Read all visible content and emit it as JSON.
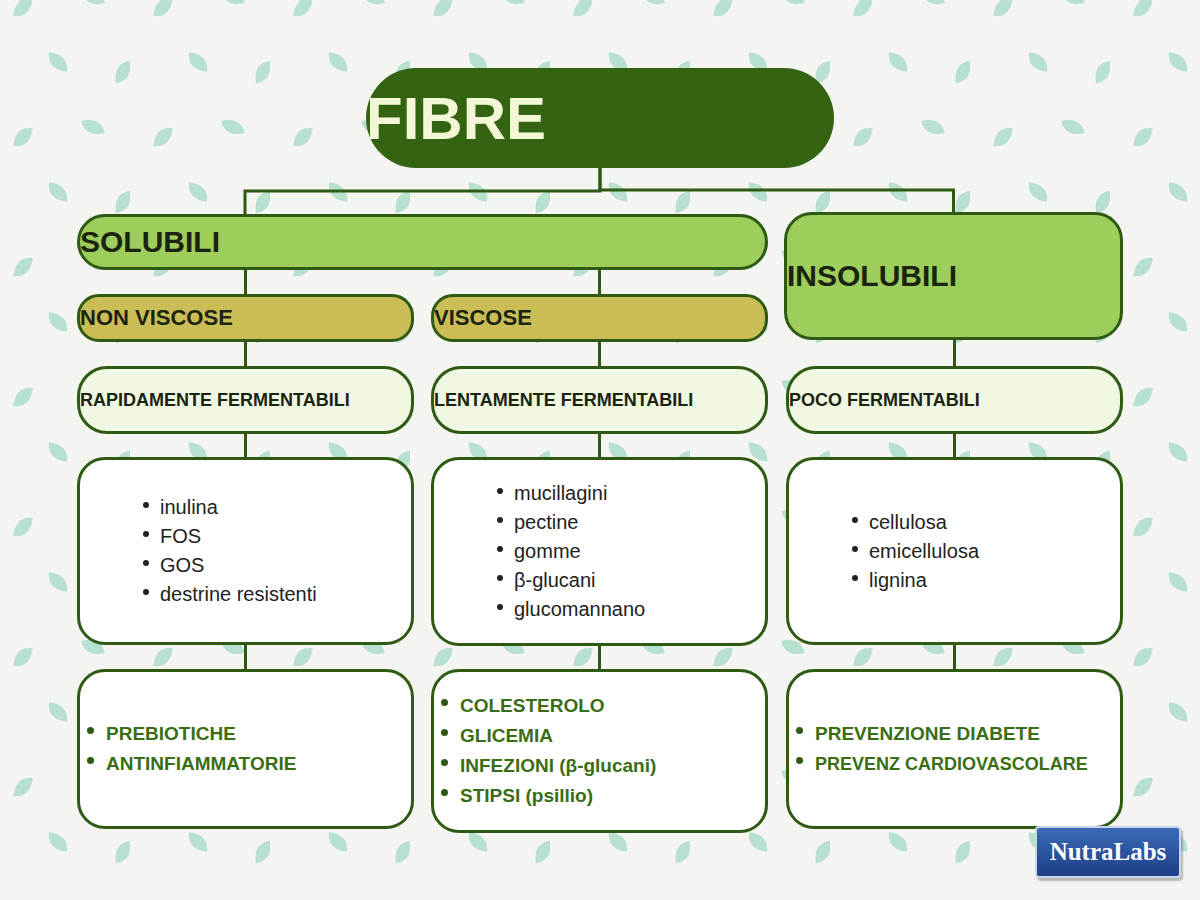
{
  "diagram": {
    "nodes": [
      {
        "text": [
          "FIBRE"
        ]
      },
      {
        "text": [
          "SOLUBILI"
        ]
      },
      {
        "text": [
          "INSOLUBILI"
        ]
      },
      {
        "text": [
          "NON VISCOSE"
        ]
      },
      {
        "text": [
          "VISCOSE"
        ]
      },
      {
        "text": [
          "RAPIDAMENTE FERMENTABILI"
        ]
      },
      {
        "text": [
          "LENTAMENTE FERMENTABILI"
        ]
      },
      {
        "text": [
          "POCO FERMENTABILI"
        ]
      },
      {
        "text": [
          "inulina",
          "FOS",
          "GOS",
          "destrine resistenti"
        ]
      },
      {
        "text": [
          "mucillagini",
          "pectine",
          "gomme",
          "β-glucani",
          "glucomannano"
        ]
      },
      {
        "text": [
          "cellulosa",
          "emicellulosa",
          "lignina"
        ]
      },
      {
        "text": [
          "PREBIOTICHE",
          "ANTINFIAMMATORIE"
        ]
      },
      {
        "text": [
          "COLESTEROLO",
          "GLICEMIA",
          "INFEZIONI (β-glucani)",
          "STIPSI (psillio)"
        ]
      },
      {
        "text": [
          "PREVENZIONE DIABETE",
          "PREVENZ CARDIOVASCOLARE"
        ]
      }
    ],
    "edges": [
      {
        "from": 0,
        "to": 1,
        "arrow": "none"
      },
      {
        "from": 0,
        "to": 2,
        "arrow": "none"
      },
      {
        "from": 1,
        "to": 3,
        "arrow": "none"
      },
      {
        "from": 1,
        "to": 4,
        "arrow": "none"
      },
      {
        "from": 3,
        "to": 5,
        "arrow": "none"
      },
      {
        "from": 4,
        "to": 6,
        "arrow": "none"
      },
      {
        "from": 2,
        "to": 7,
        "arrow": "none"
      },
      {
        "from": 5,
        "to": 8,
        "arrow": "none"
      },
      {
        "from": 6,
        "to": 9,
        "arrow": "none"
      },
      {
        "from": 7,
        "to": 10,
        "arrow": "none"
      },
      {
        "from": 8,
        "to": 11,
        "arrow": "none"
      },
      {
        "from": 9,
        "to": 12,
        "arrow": "none"
      },
      {
        "from": 10,
        "to": 13,
        "arrow": "none"
      }
    ],
    "labels": [
      "NutraLabs"
    ]
  }
}
